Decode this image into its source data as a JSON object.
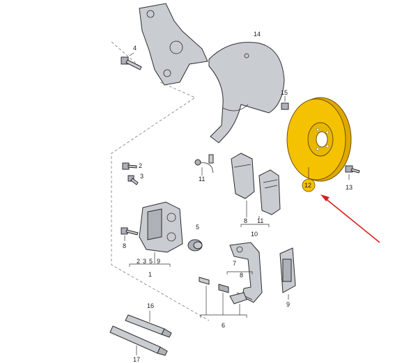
{
  "callouts": {
    "c1": "1",
    "c2": "2",
    "c3": "3",
    "c4": "4",
    "c5": "5",
    "c6": "6",
    "c7": "7",
    "c8a": "8",
    "c8b": "8",
    "c8c": "8",
    "c9": "9",
    "c10": "10",
    "c11": "11",
    "c11b": "11",
    "c12": "12",
    "c13": "13",
    "c14": "14",
    "c15": "15",
    "c16": "16",
    "c17": "17"
  },
  "groups": {
    "g1": [
      "2",
      "3",
      "5",
      "9"
    ],
    "g7": [
      "8"
    ],
    "g10": [
      "8",
      "11"
    ]
  },
  "highlight": {
    "part": "12",
    "color": "#f5c200",
    "arrow_color": "#d81e1e"
  }
}
